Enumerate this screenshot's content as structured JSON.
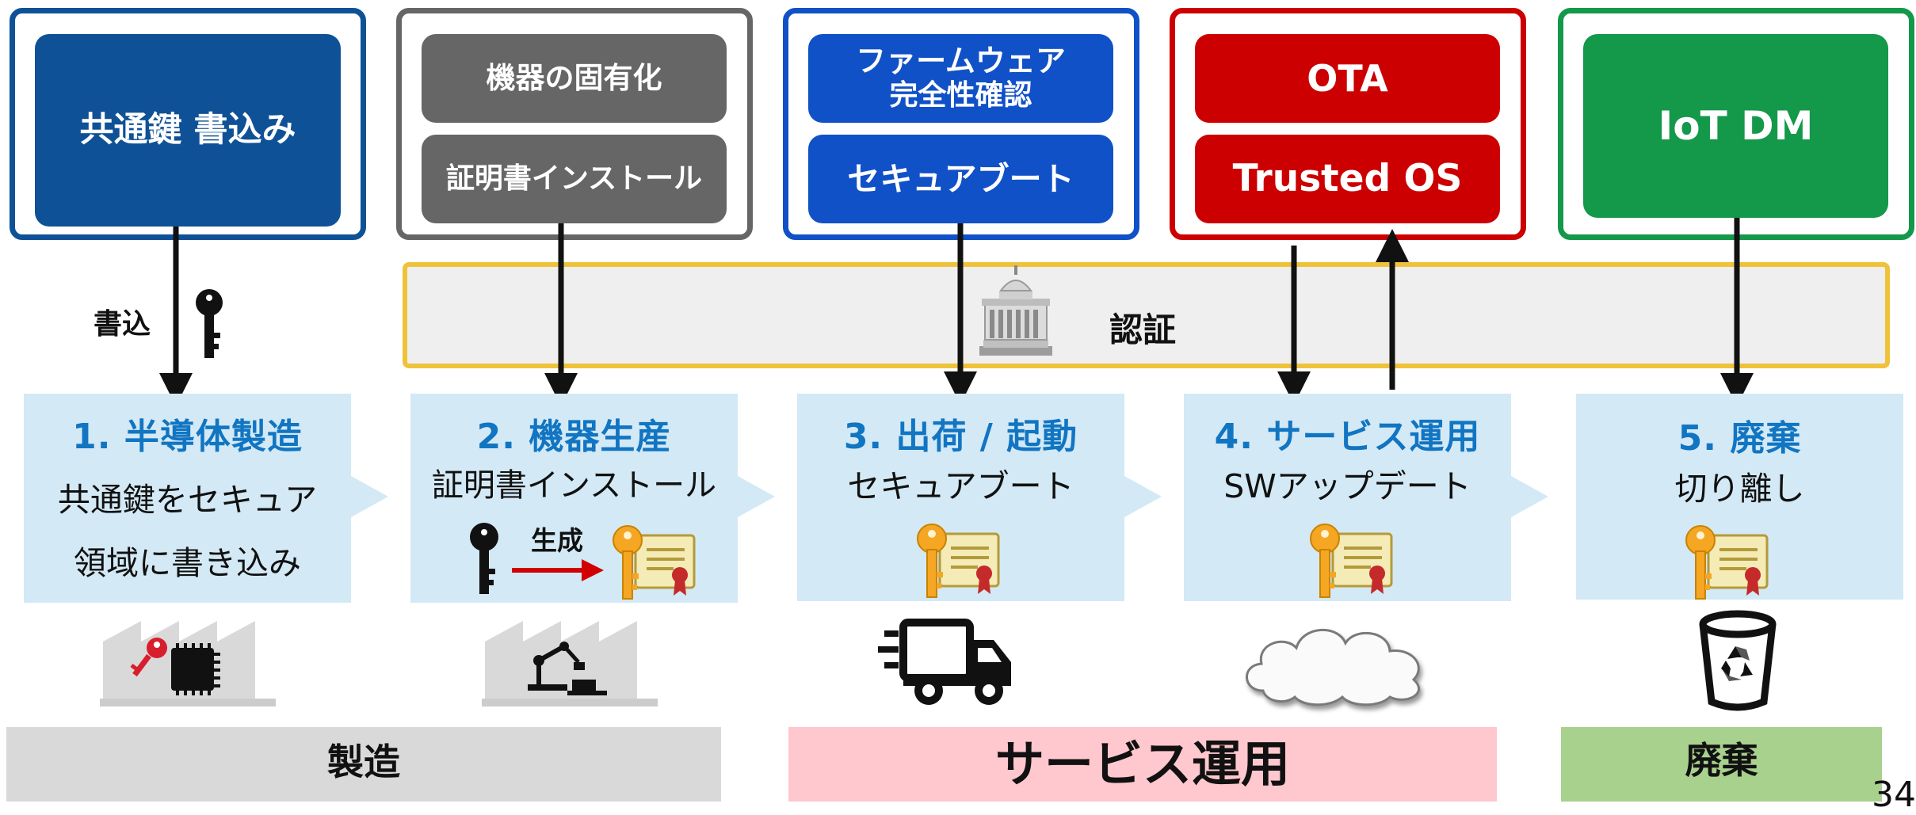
{
  "top_boxes": {
    "box1": {
      "label": "共通鍵 書込み"
    },
    "box2": {
      "label_top": "機器の固有化",
      "label_bottom": "証明書インストール"
    },
    "box3": {
      "label_top_line1": "ファームウェア",
      "label_top_line2": "完全性確認",
      "label_bottom": "セキュアブート"
    },
    "box4": {
      "label_top": "OTA",
      "label_bottom": "Trusted OS"
    },
    "box5": {
      "label": "IoT DM"
    }
  },
  "auth_band": {
    "label": "認証"
  },
  "write_label": "書込",
  "gen_label": "生成",
  "stages": [
    {
      "title": "1. 半導体製造",
      "line1": "共通鍵をセキュア",
      "line2": "領域に書き込み"
    },
    {
      "title": "2.  機器生産",
      "line1": "証明書インストール"
    },
    {
      "title": "3.  出荷 / 起動",
      "line1": "セキュアブート"
    },
    {
      "title": "4.  サービス運用",
      "line1": "SWアップデート"
    },
    {
      "title": "5.  廃棄",
      "line1": "切り離し"
    }
  ],
  "bottom_bars": {
    "manufacturing": "製造",
    "service": "サービス運用",
    "disposal": "廃棄"
  },
  "page_number": "34",
  "colors": {
    "box1": "#0f5197",
    "box2": "#666666",
    "box3": "#1151c7",
    "box4": "#cc0000",
    "box5": "#14984a",
    "band_border": "#efc23a",
    "stage_bg": "#d3e9f5",
    "stage_title": "#1175c2"
  }
}
